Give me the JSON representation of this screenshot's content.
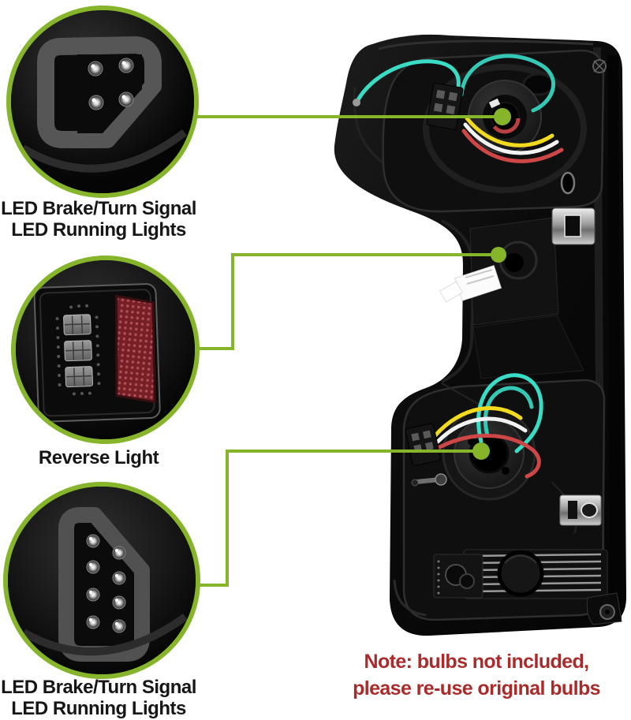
{
  "accent_green": "#86B42A",
  "callouts": [
    {
      "id": "upper-brake-light",
      "lines": [
        "LED Brake/Turn Signal",
        "LED Running Lights"
      ]
    },
    {
      "id": "reverse-light",
      "lines": [
        "Reverse Light"
      ]
    },
    {
      "id": "lower-brake-light",
      "lines": [
        "LED Brake/Turn Signal",
        "LED Running Lights"
      ]
    }
  ],
  "note": {
    "color": "#AA2B2B",
    "lines": [
      "Note: bulbs not included,",
      "please re-use original bulbs"
    ]
  },
  "photo_colors": {
    "housing_black": "#0A0A0A",
    "wire_teal": "#3BDCC6",
    "wire_yellow": "#F2DA1F",
    "wire_white": "#F2F2F2",
    "wire_red": "#CE4747",
    "reflector_red": "#76202６"
  }
}
